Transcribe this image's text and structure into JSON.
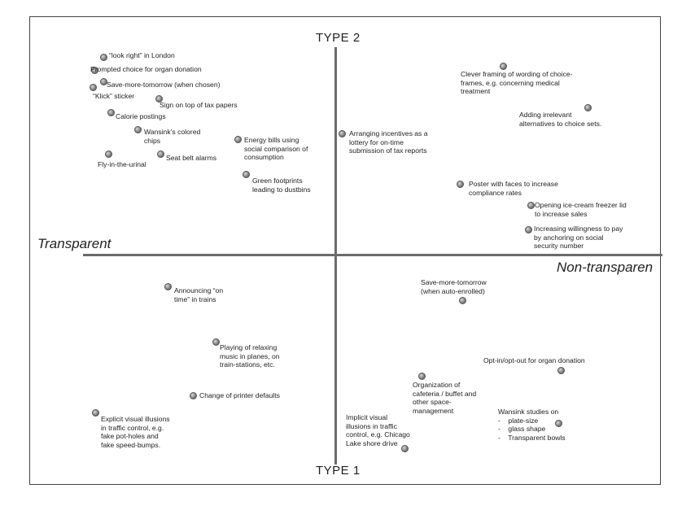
{
  "axes": {
    "top": "TYPE 2",
    "bottom": "TYPE 1",
    "left": "Transparent",
    "right": "Non-transparen"
  },
  "items": [
    {
      "text": "“look right” in London"
    },
    {
      "text": "Prompted choice for organ donation"
    },
    {
      "text": "Save-more-tomorrow (when chosen)"
    },
    {
      "text": "“Klick” sticker"
    },
    {
      "text": "Sign on top of tax papers"
    },
    {
      "text": "Calorie postings"
    },
    {
      "text": "Wansink’s colored\nchips"
    },
    {
      "text": "Seat belt alarms"
    },
    {
      "text": "Fly-in-the-urinal"
    },
    {
      "text": "Energy bills using\nsocial comparison of\nconsumption"
    },
    {
      "text": "Green footprints\nleading to dustbins"
    },
    {
      "text": "Arranging incentives as a\nlottery for on-time\nsubmission of tax reports"
    },
    {
      "text": "Clever framing of wording of choice-\nframes, e.g. concerning medical\ntreatment"
    },
    {
      "text": "Adding irrelevant\nalternatives to choice sets."
    },
    {
      "text": "Poster with faces to increase\ncompliance rates"
    },
    {
      "text": "Opening ice-cream freezer lid\nto increase sales"
    },
    {
      "text": "Increasing willingness to pay\nby anchoring on social\nsecurity number"
    },
    {
      "text": "Announcing “on\ntime” in trains"
    },
    {
      "text": "Save-more-tomorrow\n(when auto-enrolled)"
    },
    {
      "text": "Playing of relaxing\nmusic in planes, on\ntrain-stations, etc."
    },
    {
      "text": "Opt-in/opt-out for organ donation"
    },
    {
      "text": "Change of printer defaults"
    },
    {
      "text": "Organization of\ncafeteria / buffet and\nother space-\nmanagement"
    },
    {
      "text": "Explicit visual illusions\nin traffic control, e.g.\nfake pot-holes and\nfake speed-bumps."
    },
    {
      "text": "Implicit visual\nillusions in traffic\ncontrol, e.g. Chicago\nLake shore drive"
    },
    {
      "text": "Wansink studies on\n-    plate-size\n-    glass shape\n-    Transparent bowls"
    }
  ]
}
